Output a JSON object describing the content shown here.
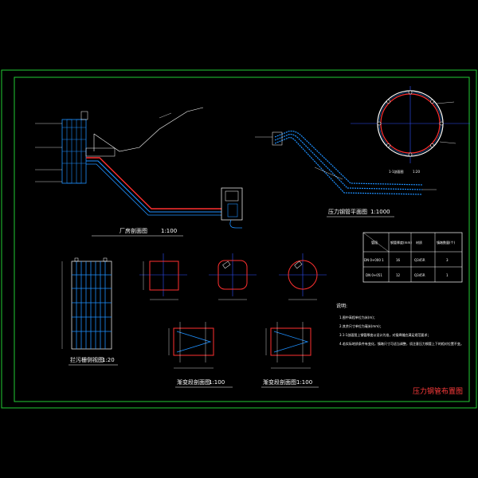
{
  "drawing": {
    "title": "压力钢管布置图",
    "colors": {
      "background": "#000000",
      "frame": "#22cc33",
      "pipe": "#1e90ff",
      "section": "#ff3030",
      "centerline": "#3050ff",
      "text": "#ffffff",
      "title": "#ff3b3b"
    }
  },
  "views": {
    "plant_profile_title": "厂房剖面图",
    "plant_profile_scale": "1:100",
    "pipe_plan_title": "压力钢管平面图",
    "pipe_plan_scale": "1:1000",
    "section_title": "1-1剖面图",
    "section_scale": "1:20",
    "lattice_title": "拦污栅侧视图",
    "lattice_scale": "1:20",
    "gradient_a_title": "渐变段剖面图",
    "gradient_a_scale": "1:100",
    "gradient_b_title": "渐变段剖面图",
    "gradient_b_scale": "1:100"
  },
  "notes": {
    "heading": "说明:",
    "items": [
      "1.图中高程单位为米(m)；",
      "2.其余尺寸单位为毫米(mm)；",
      "3.1-1剖面图上钢管厚度以设计为准，对接焊缝应满足规范要求；",
      "4.若实际地质条件有变化，镇墩尺寸可适当调整，须注意压力钢管上下的相对位置不变。"
    ]
  },
  "table": {
    "headers": [
      "管段",
      "钢管厚度(mm)",
      "材质",
      "镇墩数量(个)"
    ],
    "rows": [
      [
        "DN 0+000 1",
        "16",
        "Q345R",
        "3"
      ],
      [
        "DN 0+051",
        "12",
        "Q345R",
        "1"
      ]
    ]
  }
}
